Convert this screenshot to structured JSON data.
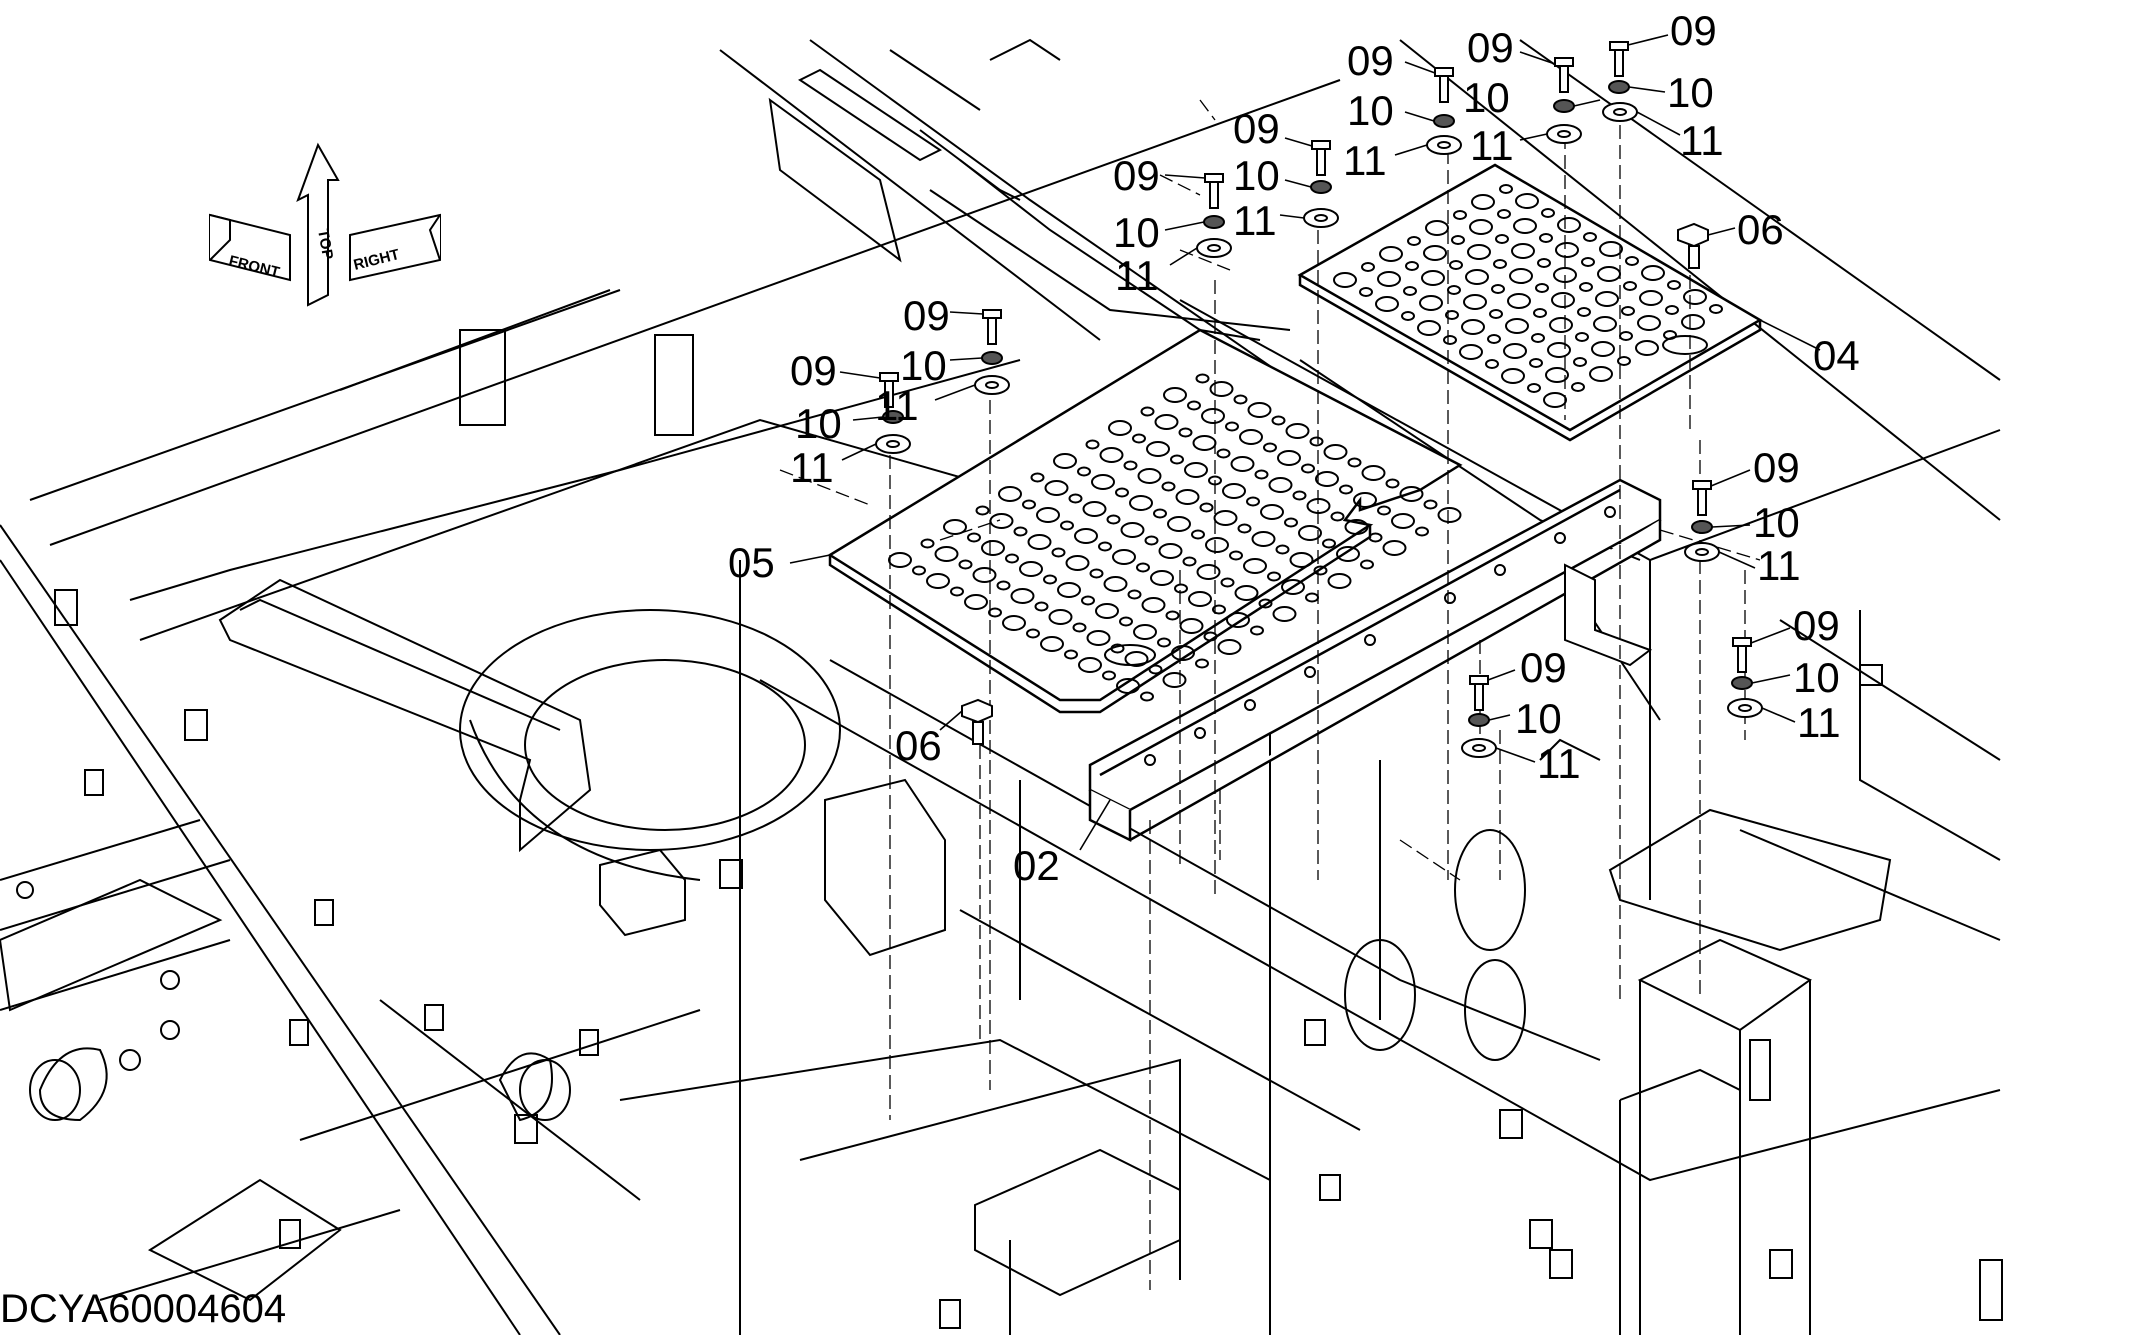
{
  "drawing_code": "DCYA60004604",
  "compass": {
    "top": "TOP",
    "front": "FRONT",
    "right": "RIGHT"
  },
  "callouts": [
    {
      "id": "c1",
      "text": "09"
    },
    {
      "id": "c2",
      "text": "09"
    },
    {
      "id": "c3",
      "text": "09"
    },
    {
      "id": "c4",
      "text": "09"
    },
    {
      "id": "c5",
      "text": "09"
    },
    {
      "id": "c6",
      "text": "09"
    },
    {
      "id": "c7",
      "text": "09"
    },
    {
      "id": "c8",
      "text": "09"
    },
    {
      "id": "c9",
      "text": "09"
    },
    {
      "id": "c10",
      "text": "09"
    },
    {
      "id": "c11",
      "text": "10"
    },
    {
      "id": "c12",
      "text": "10"
    },
    {
      "id": "c13",
      "text": "10"
    },
    {
      "id": "c14",
      "text": "10"
    },
    {
      "id": "c15",
      "text": "10"
    },
    {
      "id": "c16",
      "text": "10"
    },
    {
      "id": "c17",
      "text": "10"
    },
    {
      "id": "c18",
      "text": "10"
    },
    {
      "id": "c19",
      "text": "10"
    },
    {
      "id": "c20",
      "text": "10"
    },
    {
      "id": "c21",
      "text": "11"
    },
    {
      "id": "c22",
      "text": "11"
    },
    {
      "id": "c23",
      "text": "11"
    },
    {
      "id": "c24",
      "text": "11"
    },
    {
      "id": "c25",
      "text": "11"
    },
    {
      "id": "c26",
      "text": "11"
    },
    {
      "id": "c27",
      "text": "11"
    },
    {
      "id": "c28",
      "text": "11"
    },
    {
      "id": "c29",
      "text": "11"
    },
    {
      "id": "c30",
      "text": "11"
    },
    {
      "id": "c31",
      "text": "06"
    },
    {
      "id": "c32",
      "text": "06"
    },
    {
      "id": "c33",
      "text": "04"
    },
    {
      "id": "c34",
      "text": "05"
    },
    {
      "id": "c35",
      "text": "02"
    }
  ]
}
